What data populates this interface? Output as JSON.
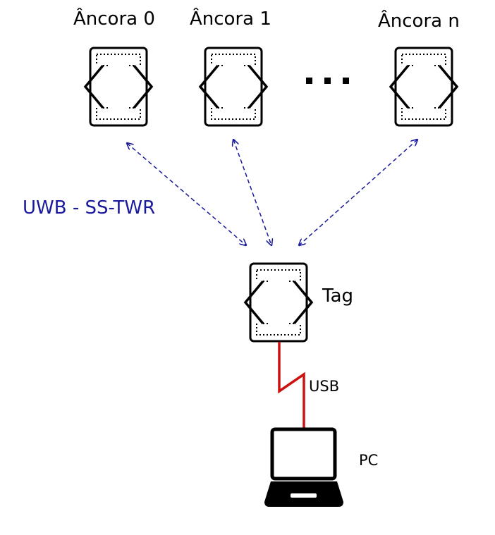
{
  "anchors": [
    {
      "label": "Âncora 0"
    },
    {
      "label": "Âncora 1"
    },
    {
      "label": "Âncora n"
    }
  ],
  "ellipsis": "...",
  "protocol_label": "UWB - SS-TWR",
  "tag_label": "Tag",
  "connection_label": "USB",
  "computer_label": "PC",
  "colors": {
    "protocol": "#1a1a9c",
    "usb_cable": "#cc1111",
    "device": "#000000"
  }
}
